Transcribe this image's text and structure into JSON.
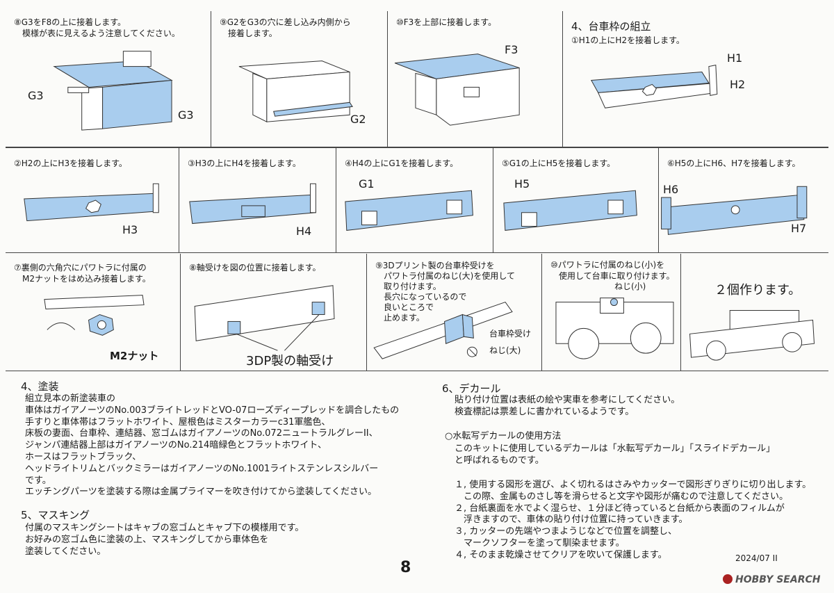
{
  "steps": {
    "s8": {
      "caption": "⑧G3をF8の上に接着します。\n　模様が表に見えるよう注意してください。",
      "labels": [
        "G3",
        "G3"
      ]
    },
    "s9": {
      "caption": "⑨G2をG3の穴に差し込み内側から\n　接着します。",
      "labels": [
        "G2"
      ]
    },
    "s10": {
      "caption": "⑩F3を上部に接着します。",
      "labels": [
        "F3"
      ]
    },
    "bogie": {
      "heading": "4、台車枠の組立",
      "caption": "①H1の上にH2を接着します。",
      "labels": [
        "H1",
        "H2"
      ]
    },
    "s2": {
      "caption": "②H2の上にH3を接着します。",
      "labels": [
        "H3"
      ]
    },
    "s3": {
      "caption": "③H3の上にH4を接着します。",
      "labels": [
        "H4"
      ]
    },
    "s4": {
      "caption": "④H4の上にG1を接着します。",
      "labels": [
        "G1"
      ]
    },
    "s5": {
      "caption": "⑤G1の上にH5を接着します。",
      "labels": [
        "H5"
      ]
    },
    "s6": {
      "caption": "⑥H5の上にH6、H7を接着します。",
      "labels": [
        "H6",
        "H7"
      ]
    },
    "s7": {
      "caption": "⑦裏側の六角穴にパワトラに付属の\n　M2ナットをはめ込み接着します。",
      "labels": [
        "M2ナット"
      ]
    },
    "s8b": {
      "caption": "⑧軸受けを図の位置に接着します。",
      "labels": [
        "3DP製の軸受け"
      ]
    },
    "s9b": {
      "caption": "⑨3Dプリント製の台車枠受けを\n　パワトラ付属のねじ(大)を使用して\n　取り付けます。\n　長穴になっているので\n　良いところで\n　止めます。",
      "labels": [
        "台車枠受け",
        "ねじ(大)"
      ]
    },
    "s10b": {
      "caption": "⑩パワトラに付属のねじ(小)を\n　使用して台車に取り付けます。",
      "labels": [
        "ねじ(小)"
      ]
    },
    "make2": {
      "caption": "２個作ります。"
    }
  },
  "painting": {
    "title": "4、塗装",
    "body": "組立見本の新塗装車の\n車体はガイアノーツのNo.003ブライトレッドとVO-07ローズディープレッドを調合したもの\n手すりと車体帯はフラットホワイト、屋根色はミスターカラーc31軍艦色、\n床板の妻面、台車枠、連結器、窓ゴムはガイアノーツのNo.072ニュートラルグレーII、\nジャンパ連結器上部はガイアノーツのNo.214暗緑色とフラットホワイト、\nホースはフラットブラック、\nヘッドライトリムとバックミラーはガイアノーツのNo.1001ライトステンレスシルバー\nです。\nエッチングパーツを塗装する際は金属プライマーを吹き付けてから塗装してください。"
  },
  "masking": {
    "title": "5、マスキング",
    "body": "付属のマスキングシートはキャブの窓ゴムとキャブ下の模様用です。\nお好みの窓ゴム色に塗装の上、マスキングしてから車体色を\n塗装してください。"
  },
  "decal": {
    "title": "6、デカール",
    "intro": "貼り付け位置は表紙の絵や実車を参考にしてください。\n検査標記は票差しに書かれているようです。",
    "method_title": "○水転写デカールの使用方法",
    "method_intro": "このキットに使用しているデカールは「水転写デカール」「スライドデカール」\nと呼ばれるものです。",
    "steps": "１, 使用する図形を選び、よく切れるはさみやカッターで図形ぎりぎりに切り出します。\n　この際、金属ものさし等を滑らせると文字や図形が痛むので注意してください。\n２, 台紙裏面を水でよく湿らせ、１分ほど待っていると台紙から表面のフィルムが\n　浮きますので、車体の貼り付け位置に持っていきます。\n３, カッターの先端やつまようじなどで位置を調整し、\n　マークソフターを塗って馴染ませます。\n４, そのまま乾燥させてクリアを吹いて保護します。"
  },
  "footer": {
    "page": "8",
    "date": "2024/07 II",
    "logo": "HOBBY SEARCH"
  },
  "colors": {
    "part_blue": "#a9cdee",
    "line": "#333333"
  }
}
